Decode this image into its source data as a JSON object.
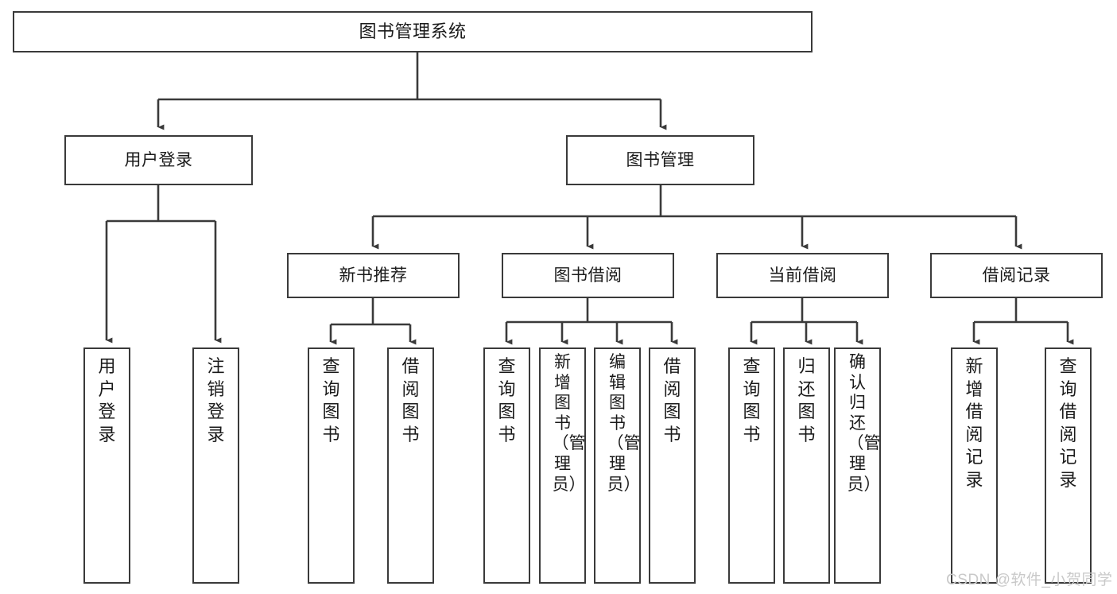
{
  "diagram": {
    "title": "图书管理系统",
    "type": "功能结构图",
    "line_color": "#3a3a3a",
    "box_fill": "#ffffff",
    "text_color": "#1a1a1a"
  },
  "root": {
    "label": "图书管理系统"
  },
  "level2": [
    {
      "label": "用户登录"
    },
    {
      "label": "图书管理"
    }
  ],
  "level3": [
    {
      "label": "新书推荐"
    },
    {
      "label": "图书借阅"
    },
    {
      "label": "当前借阅"
    },
    {
      "label": "借阅记录"
    }
  ],
  "leaves": {
    "user_login": [
      {
        "label": "用户登录"
      },
      {
        "label": "注销登录"
      }
    ],
    "new_book_recommend": [
      {
        "label": "查询图书"
      },
      {
        "label": "借阅图书"
      }
    ],
    "book_borrow": [
      {
        "label": "查询图书"
      },
      {
        "label": "新增图书（管理员）"
      },
      {
        "label": "编辑图书（管理员）"
      },
      {
        "label": "借阅图书"
      }
    ],
    "current_borrow": [
      {
        "label": "查询图书"
      },
      {
        "label": "归还图书"
      },
      {
        "label": "确认归还（管理员）"
      }
    ],
    "borrow_record": [
      {
        "label": "新增借阅记录"
      },
      {
        "label": "查询借阅记录"
      }
    ]
  },
  "watermark": {
    "text": "CSDN @软件_小贺同学",
    "color": "#c9c9c9"
  }
}
